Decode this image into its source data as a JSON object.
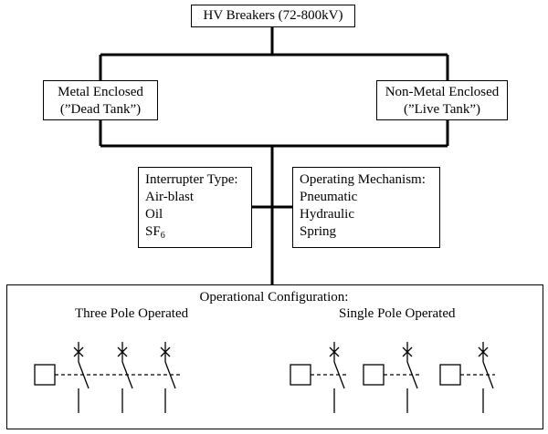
{
  "root": {
    "label": "HV Breakers (72-800kV)"
  },
  "enclosure": {
    "metal": {
      "line1": "Metal Enclosed",
      "line2": "(”Dead Tank”)"
    },
    "non_metal": {
      "line1": "Non-Metal Enclosed",
      "line2": "(”Live Tank”)"
    }
  },
  "interrupter": {
    "title": "Interrupter Type:",
    "items": [
      "Air-blast",
      "Oil"
    ],
    "sf6_base": "SF",
    "sf6_sub": "6"
  },
  "mechanism": {
    "title": "Operating Mechanism:",
    "items": [
      "Pneumatic",
      "Hydraulic",
      "Spring"
    ]
  },
  "configuration": {
    "title": "Operational Configuration:",
    "three_pole": "Three Pole Operated",
    "single_pole": "Single Pole Operated"
  },
  "colors": {
    "line": "#000000",
    "background": "#ffffff"
  }
}
